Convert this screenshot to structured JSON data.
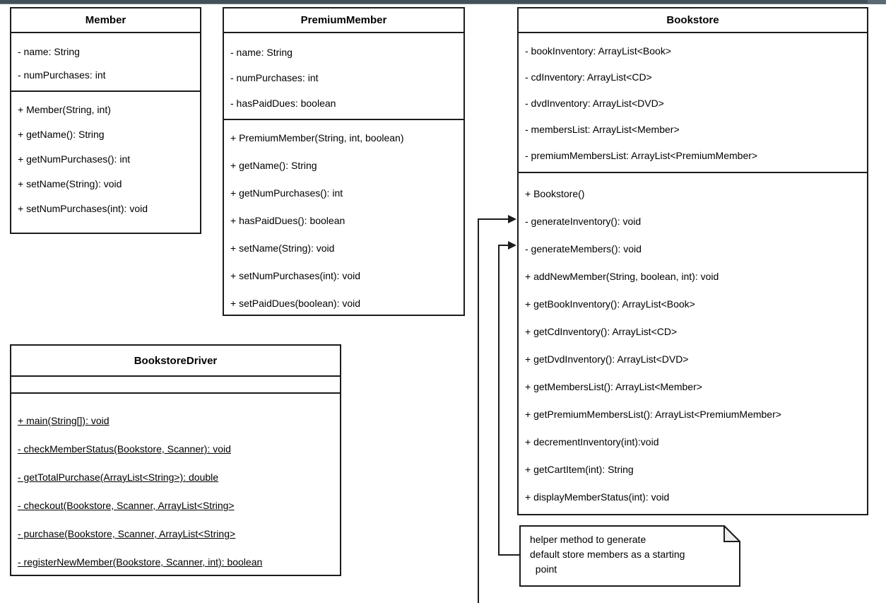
{
  "diagram_title": "Bookstore UML class diagram",
  "colors": {
    "top_bar": "#42505a",
    "top_bar_right": "#5a6a74",
    "stroke": "#1c1c1c",
    "paper": "#ffffff",
    "note_fold": "#ededed"
  },
  "classes": [
    {
      "title": "Member",
      "attributes": [
        "- name: String",
        "- numPurchases: int"
      ],
      "methods": [
        "+ Member(String, int)",
        "+ getName(): String",
        "+ getNumPurchases(): int",
        "+ setName(String): void",
        "+ setNumPurchases(int): void"
      ]
    },
    {
      "title": "PremiumMember",
      "attributes": [
        "- name: String",
        "- numPurchases: int",
        "- hasPaidDues: boolean"
      ],
      "methods": [
        "+ PremiumMember(String, int, boolean)",
        "+ getName(): String",
        "+ getNumPurchases(): int",
        "+ hasPaidDues(): boolean",
        "+ setName(String): void",
        "+ setNumPurchases(int): void",
        "+ setPaidDues(boolean): void"
      ]
    },
    {
      "title": "Bookstore",
      "attributes": [
        "- bookInventory: ArrayList<Book>",
        "- cdInventory: ArrayList<CD>",
        "- dvdInventory: ArrayList<DVD>",
        "- membersList: ArrayList<Member>",
        "- premiumMembersList: ArrayList<PremiumMember>"
      ],
      "methods": [
        "+ Bookstore()",
        "- generateInventory(): void",
        "- generateMembers(): void",
        "+ addNewMember(String, boolean, int): void",
        "+ getBookInventory(): ArrayList<Book>",
        "+ getCdInventory(): ArrayList<CD>",
        "+ getDvdInventory(): ArrayList<DVD>",
        "+ getMembersList(): ArrayList<Member>",
        "+ getPremiumMembersList(): ArrayList<PremiumMember>",
        "+ decrementInventory(int):void",
        "+ getCartItem(int): String",
        "+ displayMemberStatus(int): void"
      ]
    },
    {
      "title": "BookstoreDriver",
      "attributes": [],
      "methods": [
        "+ main(String[]): void",
        "- checkMemberStatus(Bookstore, Scanner): void",
        "- getTotalPurchase(ArrayList<String>): double",
        "- checkout(Bookstore, Scanner, ArrayList<String>",
        "- purchase(Bookstore, Scanner, ArrayList<String>",
        "- registerNewMember(Bookstore, Scanner, int): boolean"
      ]
    }
  ],
  "note": {
    "lines": [
      "helper method to generate",
      "default store members as a starting",
      "  point"
    ]
  }
}
